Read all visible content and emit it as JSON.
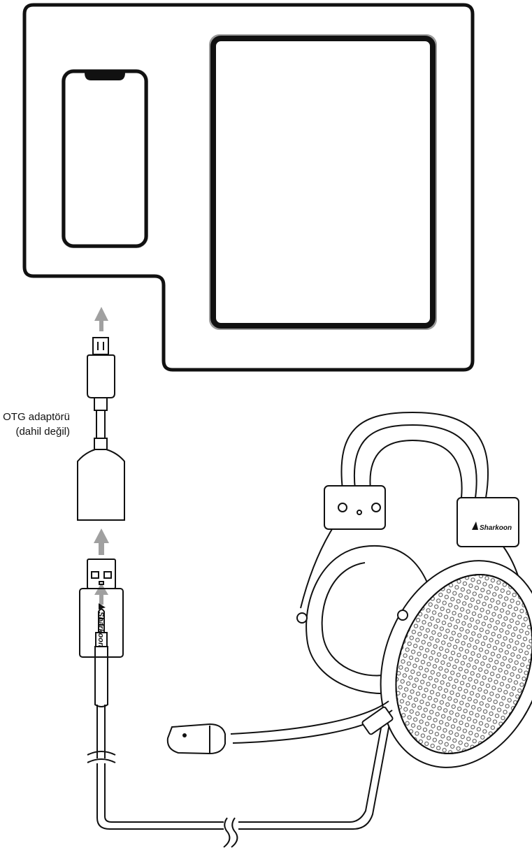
{
  "adapter_label": {
    "line1": "OTG adaptörü",
    "line2": "(dahil değil)"
  },
  "brand": {
    "headband_text": "Sharkoon",
    "soundcard_text": "Sharkoon"
  },
  "colors": {
    "line": "#111111",
    "arrow": "#a0a0a0",
    "device_gray": "#9a9a9a",
    "grille": "#555555"
  },
  "icons": [
    "smartphone-icon",
    "tablet-icon",
    "arrow-up-icon",
    "micro-usb-plug-icon",
    "usb-a-plug-icon",
    "jack-plug-icon",
    "headset-icon",
    "microphone-icon"
  ]
}
